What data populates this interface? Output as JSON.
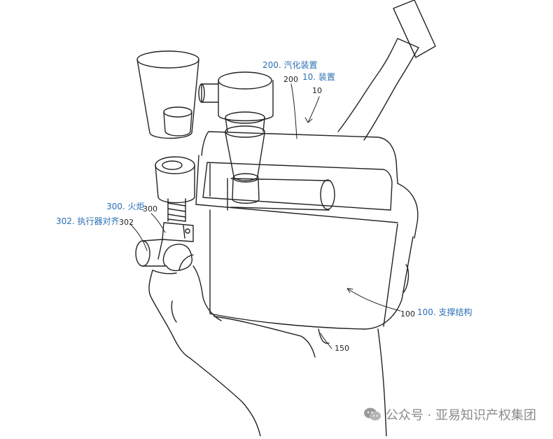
{
  "ref_labels": {
    "r10": "10",
    "r200": "200",
    "r300": "300",
    "r302": "302",
    "r100": "100",
    "r150": "150"
  },
  "callouts": {
    "c200": "200. 汽化装置",
    "c10": "10. 装置",
    "c300": "300. 火炬",
    "c302": "302. 执行器对齐",
    "c100": "100. 支撑结构"
  },
  "watermark": {
    "text": "公众号 · 亚易知识产权集团",
    "icon": "wechat-icon"
  },
  "colors": {
    "callout": "#2a6fb3",
    "line": "#222222",
    "watermark": "#8a8a8a"
  }
}
